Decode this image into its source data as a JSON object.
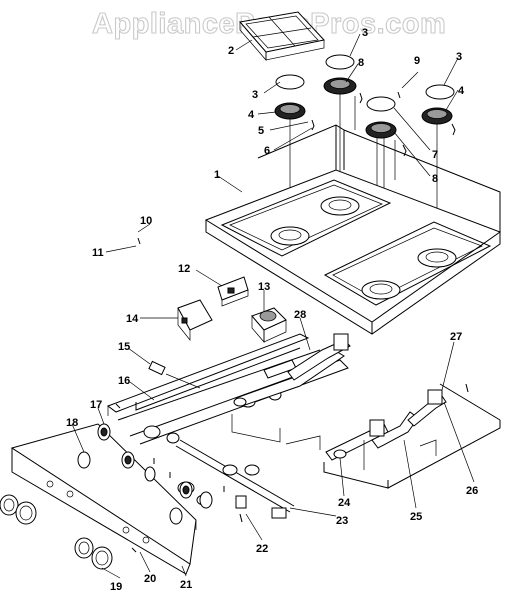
{
  "watermark": "AppliancePartsPros.com",
  "callouts": [
    {
      "id": "c1",
      "text": "1"
    },
    {
      "id": "c2",
      "text": "2"
    },
    {
      "id": "c3a",
      "text": "3"
    },
    {
      "id": "c3b",
      "text": "3"
    },
    {
      "id": "c3c",
      "text": "3"
    },
    {
      "id": "c4a",
      "text": "4"
    },
    {
      "id": "c4b",
      "text": "4"
    },
    {
      "id": "c5",
      "text": "5"
    },
    {
      "id": "c6",
      "text": "6"
    },
    {
      "id": "c7",
      "text": "7"
    },
    {
      "id": "c8a",
      "text": "8"
    },
    {
      "id": "c8b",
      "text": "8"
    },
    {
      "id": "c9",
      "text": "9"
    },
    {
      "id": "c10",
      "text": "10"
    },
    {
      "id": "c11",
      "text": "11"
    },
    {
      "id": "c12",
      "text": "12"
    },
    {
      "id": "c13",
      "text": "13"
    },
    {
      "id": "c14",
      "text": "14"
    },
    {
      "id": "c15",
      "text": "15"
    },
    {
      "id": "c16",
      "text": "16"
    },
    {
      "id": "c17",
      "text": "17"
    },
    {
      "id": "c18",
      "text": "18"
    },
    {
      "id": "c19",
      "text": "19"
    },
    {
      "id": "c20",
      "text": "20"
    },
    {
      "id": "c21",
      "text": "21"
    },
    {
      "id": "c22",
      "text": "22"
    },
    {
      "id": "c23",
      "text": "23"
    },
    {
      "id": "c24",
      "text": "24"
    },
    {
      "id": "c25",
      "text": "25"
    },
    {
      "id": "c26",
      "text": "26"
    },
    {
      "id": "c27",
      "text": "27"
    },
    {
      "id": "c28",
      "text": "28"
    }
  ]
}
